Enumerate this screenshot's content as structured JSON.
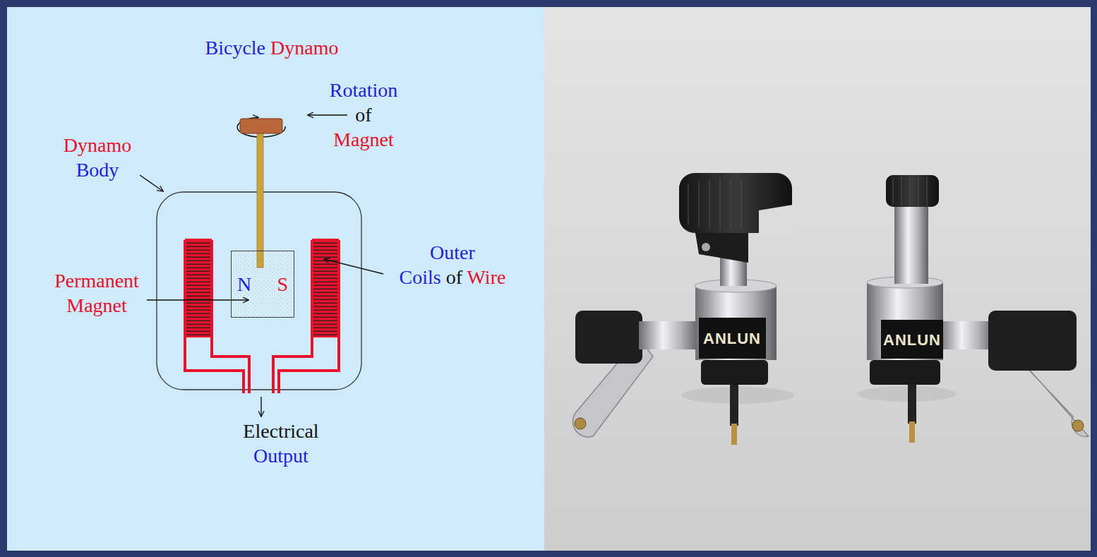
{
  "diagram": {
    "title": "Bicycle Dynamo",
    "nodes": [
      {
        "text": [
          "N",
          "S"
        ]
      }
    ],
    "labels": [
      "Rotation of Magnet",
      "Dynamo Body",
      "Permanent Magnet",
      "Outer Coils of Wire",
      "Electrical Output",
      "ANLUN",
      "ANLUN"
    ]
  }
}
